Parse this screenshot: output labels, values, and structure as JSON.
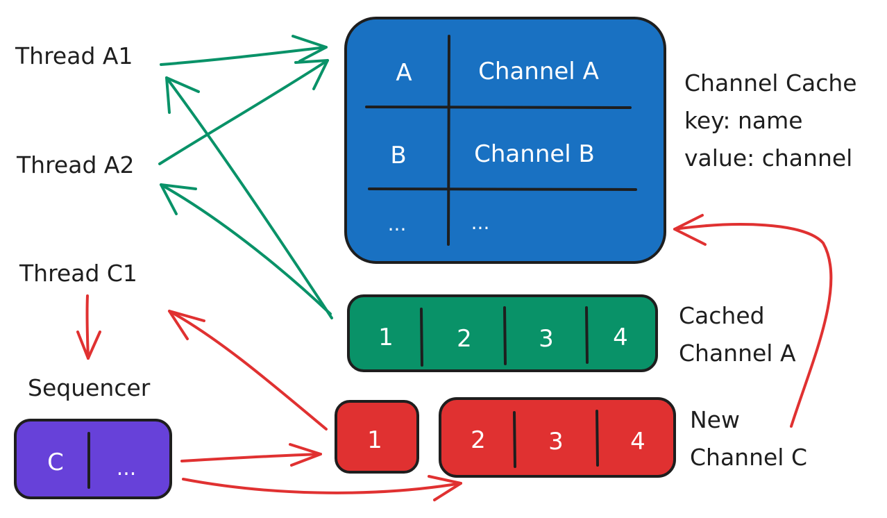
{
  "colors": {
    "ink": "#1e1e1e",
    "cache_fill": "#1971c2",
    "cached_fill": "#099268",
    "new_fill": "#e03131",
    "sequencer_fill": "#6741d9",
    "arrow_green": "#099268",
    "arrow_red": "#e03131"
  },
  "threads": {
    "a1": "Thread A1",
    "a2": "Thread A2",
    "c1": "Thread C1"
  },
  "sequencer": {
    "label": "Sequencer",
    "cell_key": "C",
    "cell_more": "..."
  },
  "channel_cache": {
    "rows": [
      {
        "key": "A",
        "value": "Channel A"
      },
      {
        "key": "B",
        "value": "Channel B"
      },
      {
        "key": "...",
        "value": "..."
      }
    ],
    "caption": [
      "Channel Cache",
      "key: name",
      "value: channel"
    ]
  },
  "cached_channel_a": {
    "cells": [
      "1",
      "2",
      "3",
      "4"
    ],
    "caption": [
      "Cached",
      "Channel A"
    ]
  },
  "new_channel_c": {
    "first_cell": "1",
    "cells": [
      "2",
      "3",
      "4"
    ],
    "caption": [
      "New",
      "Channel C"
    ]
  }
}
